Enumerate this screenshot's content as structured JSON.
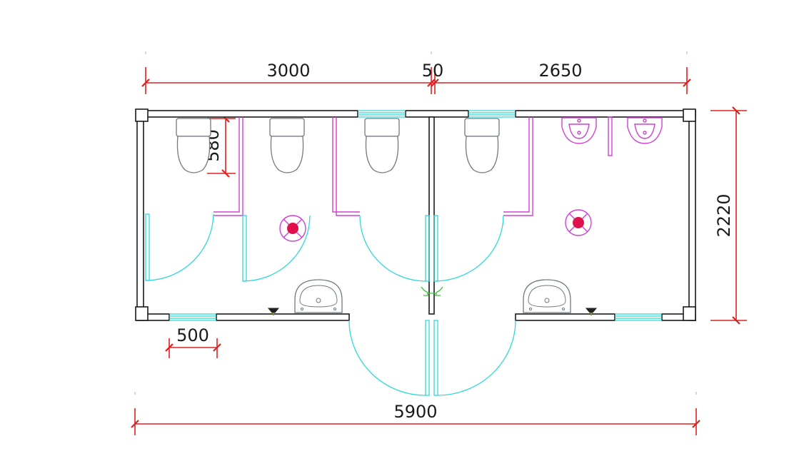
{
  "dimensions": {
    "top_left": "3000",
    "top_gap": "50",
    "top_right": "2650",
    "height": "2220",
    "toilet_depth": "580",
    "window_width": "500",
    "total_width": "5900"
  },
  "colors": {
    "dimension": "#e02020",
    "wall": "#1a1a1a",
    "door_window": "#30d8d8",
    "partition": "#d040d0",
    "fixture": "#707a80",
    "floor_drain": "#e0104a",
    "faucet": "#40c040"
  },
  "icons": {
    "toilets": [
      "toilet-icon",
      "toilet-icon",
      "toilet-icon",
      "toilet-icon"
    ],
    "urinals": [
      "urinal-icon",
      "urinal-icon"
    ],
    "washbasins": [
      "washbasin-icon",
      "washbasin-icon"
    ],
    "floor_drains": [
      "floor-drain-icon",
      "floor-drain-icon"
    ],
    "faucet": "faucet-icon"
  }
}
